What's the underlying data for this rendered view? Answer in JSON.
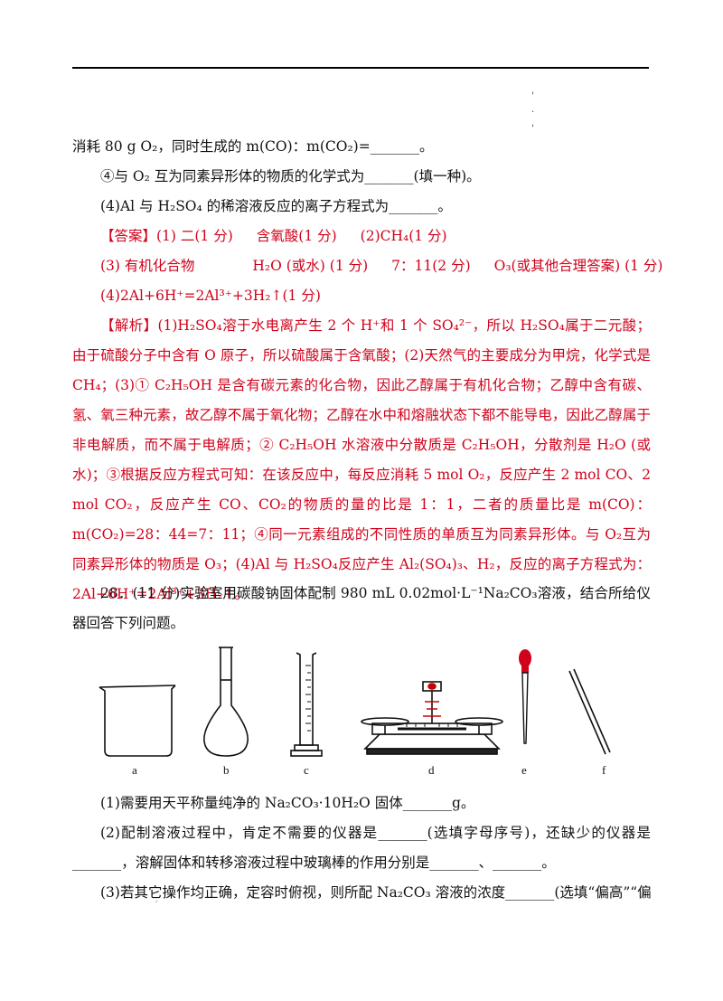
{
  "decor": {
    "dots": [
      "'",
      "·",
      "'"
    ],
    "stray_mark": ","
  },
  "lines": {
    "l1": "消耗 80 g O₂，同时生成的 m(CO)：m(CO₂)=_______。",
    "l2": "④与 O₂ 互为同素异形体的物质的化学式为_______(填一种)。",
    "l3": "(4)Al 与 H₂SO₄ 的稀溶液反应的离子方程式为_______。"
  },
  "answer": {
    "a1": "【答案】(1) 二(1 分)",
    "a2": "含氧酸(1 分)",
    "a3": "(2)CH₄(1 分)",
    "b1": "(3) 有机化合物",
    "b2": "H₂O (或水) (1 分)",
    "b3": "7：11(2 分)",
    "b4": "O₃(或其他合理答案) (1 分)",
    "c1": "(4)2Al+6H⁺=2Al³⁺+3H₂↑(1 分)"
  },
  "analysis": "【解析】(1)H₂SO₄溶于水电离产生 2 个 H⁺和 1 个 SO₄²⁻，所以 H₂SO₄属于二元酸；由于硫酸分子中含有 O 原子，所以硫酸属于含氧酸；(2)天然气的主要成分为甲烷，化学式是 CH₄；(3)① C₂H₅OH 是含有碳元素的化合物，因此乙醇属于有机化合物；乙醇中含有碳、氢、氧三种元素，故乙醇不属于氧化物；乙醇在水中和熔融状态下都不能导电，因此乙醇属于非电解质，而不属于电解质；② C₂H₅OH 水溶液中分散质是 C₂H₅OH，分散剂是 H₂O (或水)；③根据反应方程式可知：在该反应中，每反应消耗 5 mol O₂，反应产生 2 mol CO、2 mol CO₂，反应产生 CO、CO₂的物质的量的比是 1：1，二者的质量比是 m(CO)：m(CO₂)=28：44=7：11；④同一元素组成的不同性质的单质互为同素异形体。与 O₂互为同素异形体的物质是 O₃；(4)Al 与 H₂SO₄反应产生 Al₂(SO₄)₃、H₂，反应的离子方程式为：2Al+6H⁺=2Al³⁺+3H₂↑。",
  "q28": {
    "stem": "28．(11 分)实验室用碳酸钠固体配制 980 mL 0.02mol·L⁻¹Na₂CO₃溶液，结合所给仪器回答下列问题。",
    "labels": [
      "a",
      "b",
      "c",
      "d",
      "e",
      "f"
    ],
    "p1": "(1)需要用天平称量纯净的 Na₂CO₃·10H₂O 固体_______g。",
    "p2": "(2)配制溶液过程中，肯定不需要的仪器是_______(选填字母序号)，还缺少的仪器是_______，溶解固体和转移溶液过程中玻璃棒的作用分别是_______、_______。",
    "p3": "(3)若其它操作均正确，定容时俯视，则所配 Na₂CO₃ 溶液的浓度_______(选填“偏高”“偏"
  }
}
